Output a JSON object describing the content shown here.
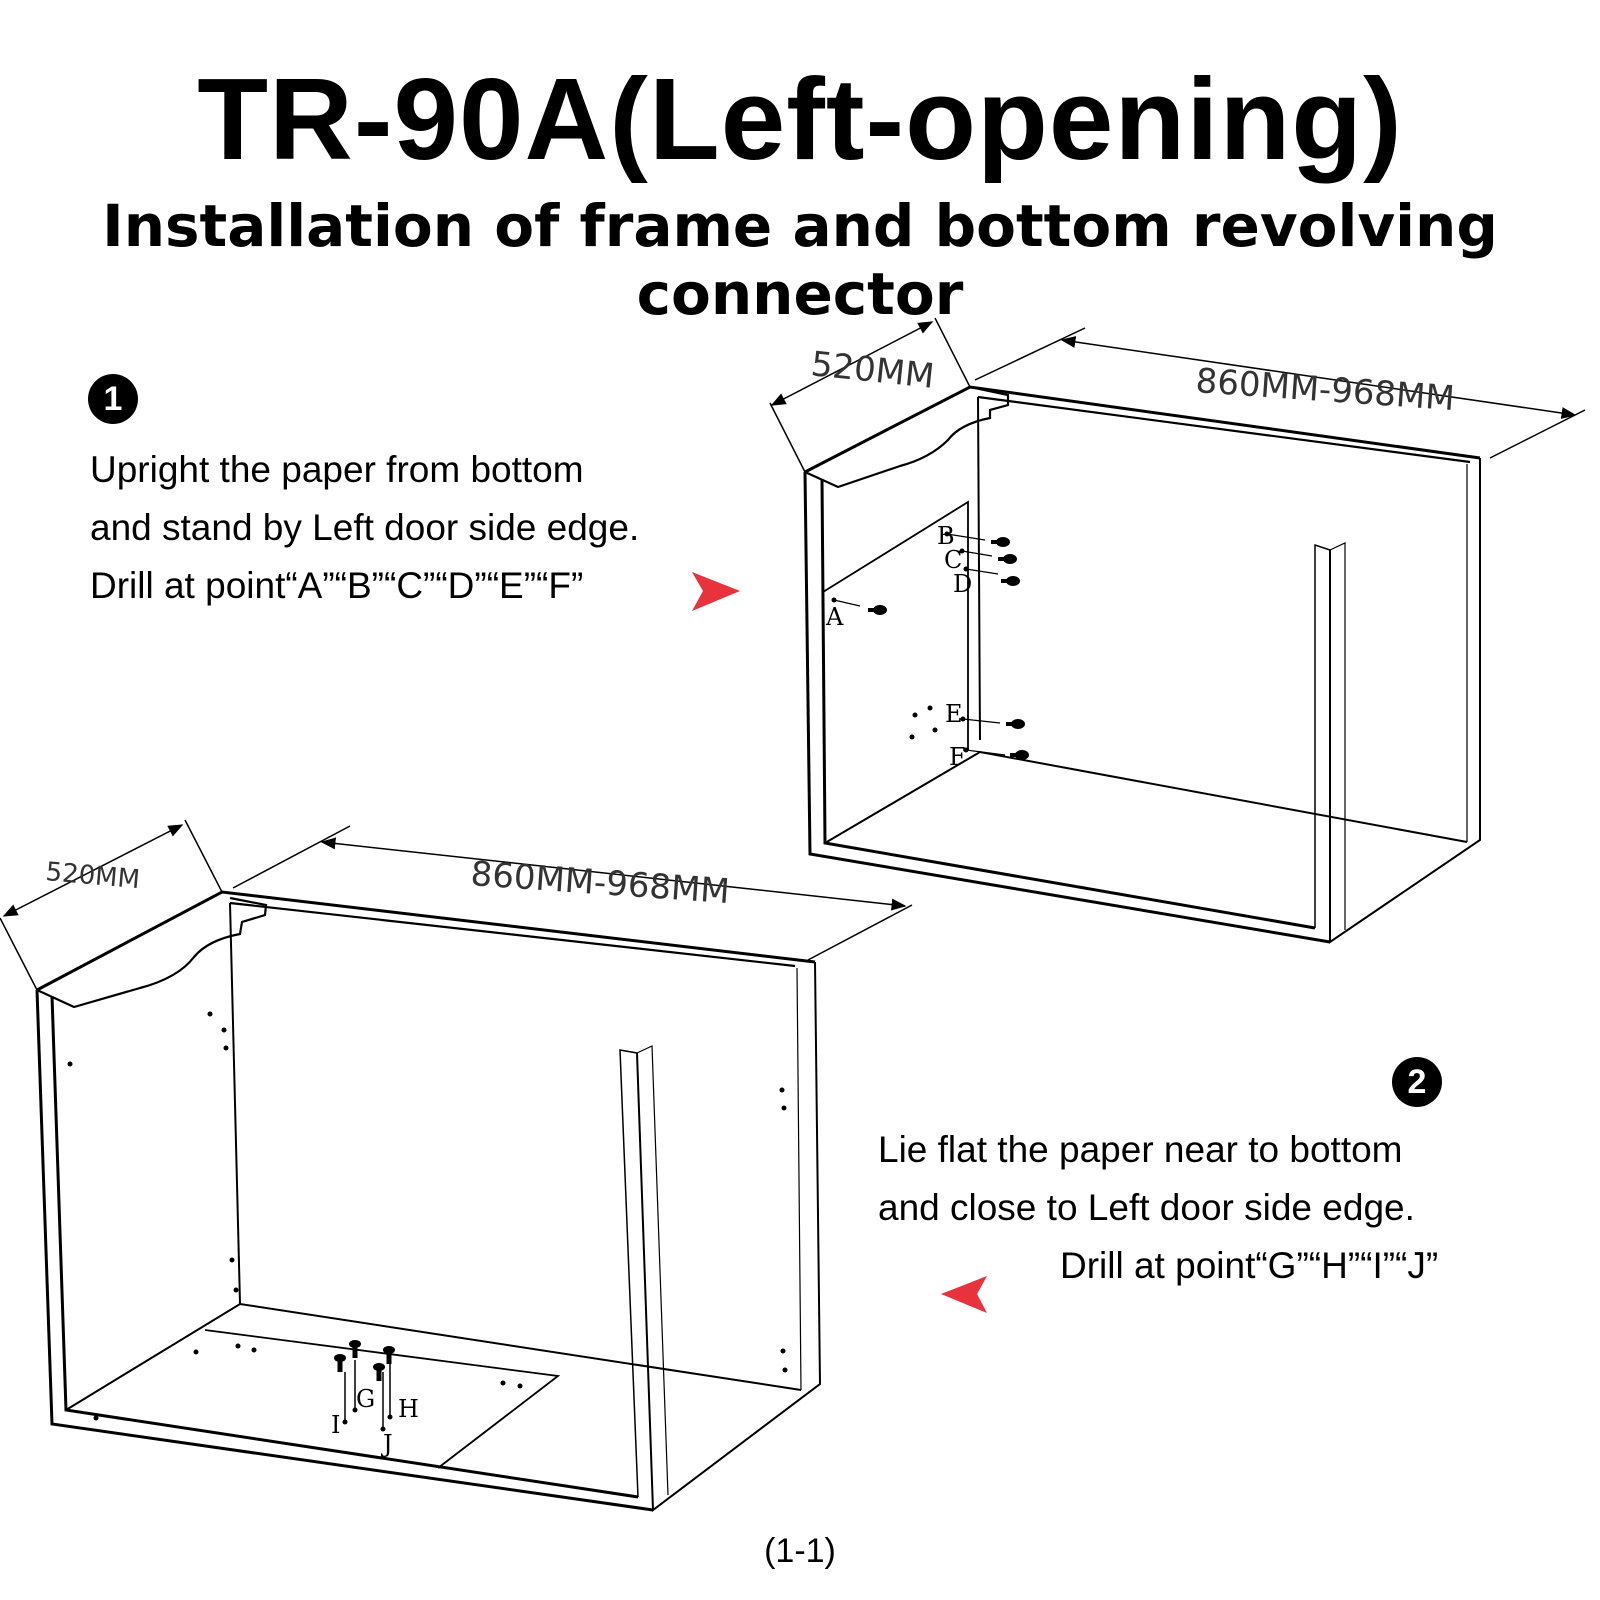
{
  "title": "TR-90A(Left-opening)",
  "subtitle": "Installation of frame and bottom revolving connector",
  "step1": {
    "number": "1",
    "lines": [
      "Upright the paper from bottom",
      "and stand by Left door side edge.",
      "Drill at point“A”“B”“C”“D”“E”“F”"
    ],
    "arrow_icon": "red-arrow-right-icon"
  },
  "step2": {
    "number": "2",
    "lines": [
      "Lie flat the paper near to bottom",
      "and close to Left door side edge.",
      "Drill at point“G”“H”“I”“J”"
    ],
    "arrow_icon": "red-arrow-left-icon"
  },
  "cabinet_top": {
    "depth_label": "520MM",
    "width_label": "860MM-968MM",
    "points": [
      "A",
      "B",
      "C",
      "D",
      "E",
      "F"
    ]
  },
  "cabinet_bottom": {
    "depth_label": "520MM",
    "width_label": "860MM-968MM",
    "points": [
      "G",
      "H",
      "I",
      "J"
    ]
  },
  "caption": "(1-1)",
  "colors": {
    "arrow": "#e8323c",
    "ink": "#000000"
  }
}
